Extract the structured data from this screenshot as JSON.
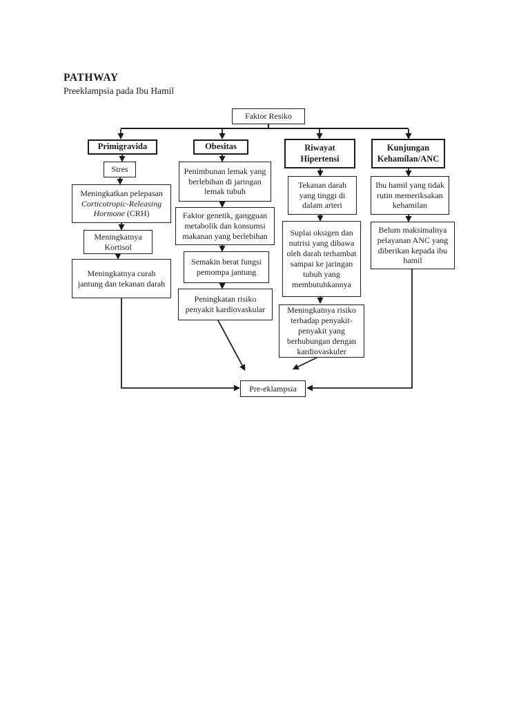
{
  "document": {
    "title": "PATHWAY",
    "subtitle": "Preeklampsia pada Ibu Hamil"
  },
  "flowchart": {
    "root": {
      "label": "Faktor Resiko"
    },
    "col1": {
      "header": "Primigravida",
      "box1": "Stres",
      "box2_part1": "Meningkatkan pelepasan",
      "box2_italic": "Corticotropic-Releasing Hormone",
      "box2_part2": "(CRH)",
      "box3": "Meningkatnya Kortisol",
      "box4": "Meningkatnya curah jantung dan tekanan darah"
    },
    "col2": {
      "header": "Obesitas",
      "box1": "Penimbunan lemak yang berlebihan di jaringan lemak tubuh",
      "box2": "Faktor genetik, gangguan metabolik dan konsumsi makanan yang berlebihan",
      "box3": "Semakin berat fungsi pemompa jantung",
      "box4": "Peningkatan risiko penyakit kardiovaskular"
    },
    "col3": {
      "header": "Riwayat Hipertensi",
      "box1": "Tekanan darah yang tinggi di dalam arteri",
      "box2": "Suplai oksigen dan nutrisi yang dibawa oleh darah terhambat sampai ke jaringan tubuh yang membutuhkannya",
      "box3": "Meningkatnya risiko terhadap penyakit-penyakit yang berhubungan dengan kardiovaskuler"
    },
    "col4": {
      "header": "Kunjungan Kehamilan/ANC",
      "box1": "Ibu hamil yang tidak rutin memeriksakan kehamilan",
      "box2": "Belum maksimalnya pelayanan ANC yang diberikan kepada ibu hamil"
    },
    "outcome": {
      "label": "Pre-eklampsia"
    }
  },
  "colors": {
    "line": "#1c1c1c",
    "box_border": "#1c1c1c",
    "text": "#1c1c1c",
    "page_background": "#ffffff"
  }
}
